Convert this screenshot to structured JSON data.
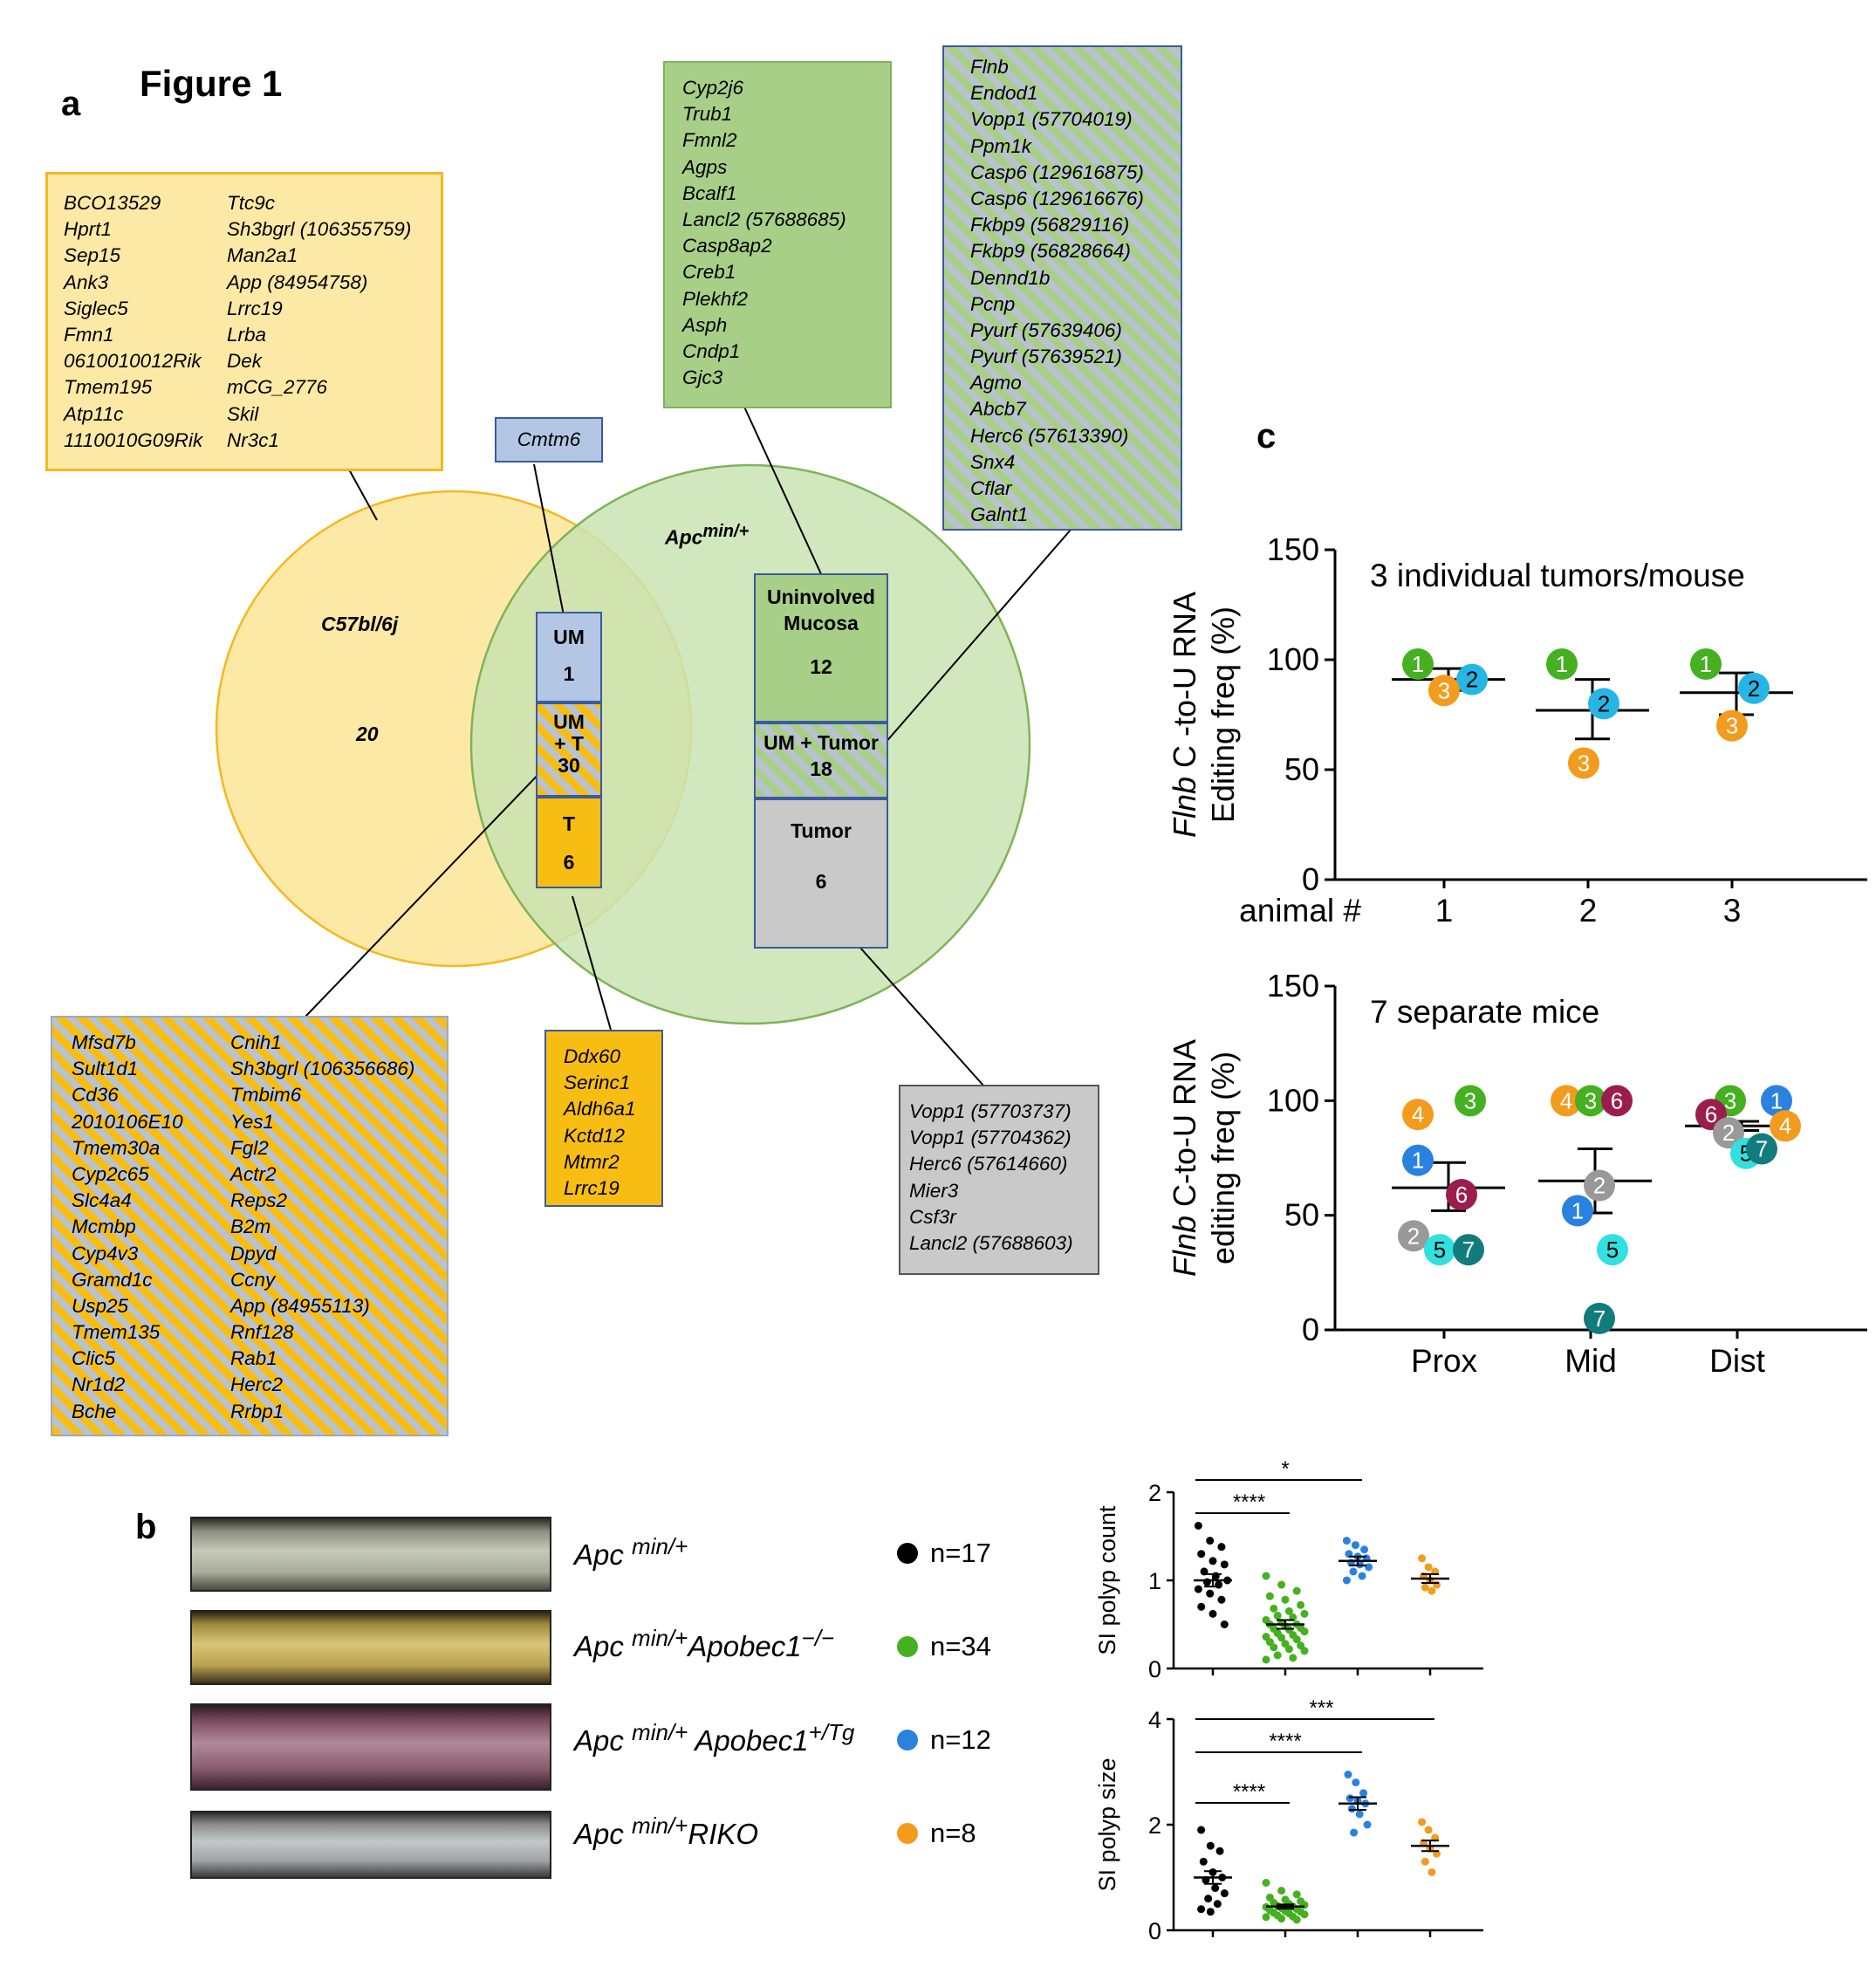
{
  "figure_title": "Figure 1",
  "panel_letters": {
    "a": "a",
    "b": "b",
    "c": "c"
  },
  "panel_a": {
    "boxes": {
      "c57_genes": {
        "col1": [
          "BCO13529",
          "Hprt1",
          "Sep15",
          "Ank3",
          "Siglec5",
          "Fmn1",
          "0610010012Rik",
          "Tmem195",
          "Atp11c",
          "1110010G09Rik"
        ],
        "col2": [
          "Ttc9c",
          "Sh3bgrl (106355759)",
          "Man2a1",
          "App (84954758)",
          "Lrrc19",
          "Lrba",
          "Dek",
          "mCG_2776",
          "Skil",
          "Nr3c1"
        ]
      },
      "um_only": [
        "Cmtm6"
      ],
      "mucosa_genes": [
        "Cyp2j6",
        "Trub1",
        "Fmnl2",
        "Agps",
        "Bcalf1",
        "Lancl2 (57688685)",
        "Casp8ap2",
        "Creb1",
        "Plekhf2",
        "Asph",
        "Cndp1",
        "Gjc3"
      ],
      "um_tumor_apc": [
        "Flnb",
        "Endod1",
        "Vopp1 (57704019)",
        "Ppm1k",
        "Casp6 (129616875)",
        "Casp6 (129616676)",
        "Fkbp9 (56829116)",
        "Fkbp9 (56828664)",
        "Dennd1b",
        "Pcnp",
        "Pyurf (57639406)",
        "Pyurf (57639521)",
        "Agmo",
        "Abcb7",
        "Herc6 (57613390)",
        "Snx4",
        "Cflar",
        "Galnt1"
      ],
      "um_t_shared": {
        "col1": [
          "Mfsd7b",
          "Sult1d1",
          "Cd36",
          "2010106E10",
          "Tmem30a",
          "Cyp2c65",
          "Slc4a4",
          "Mcmbp",
          "Cyp4v3",
          "Gramd1c",
          "Usp25",
          "Tmem135",
          "Clic5",
          "Nr1d2",
          "Bche"
        ],
        "col2": [
          "Cnih1",
          "Sh3bgrl (106356686)",
          "Tmbim6",
          "Yes1",
          "Fgl2",
          "Actr2",
          "Reps2",
          "B2m",
          "Dpyd",
          "Ccny",
          "App (84955113)",
          "Rnf128",
          "Rab1",
          "Herc2",
          "Rrbp1"
        ]
      },
      "t_shared": [
        "Ddx60",
        "Serinc1",
        "Aldh6a1",
        "Kctd12",
        "Mtmr2",
        "Lrrc19"
      ],
      "tumor_apc": [
        "Vopp1 (57703737)",
        "Vopp1 (57704362)",
        "Herc6 (57614660)",
        "Mier3",
        "Csf3r",
        "Lancl2 (57688603)"
      ]
    },
    "venn": {
      "c57_label": "C57bl/6j",
      "c57_count": "20",
      "apc_label": "Apc",
      "apc_sup": "min/+",
      "shared_um": {
        "title": "UM",
        "count": "1"
      },
      "shared_umt": {
        "title1": "UM",
        "title2": "+ T",
        "count": "30"
      },
      "shared_t": {
        "title": "T",
        "count": "6"
      },
      "apc_mucosa": {
        "title1": "Uninvolved",
        "title2": "Mucosa",
        "count": "12"
      },
      "apc_umtumor": {
        "title": "UM + Tumor",
        "count": "18"
      },
      "apc_tumor": {
        "title": "Tumor",
        "count": "6"
      }
    },
    "colors": {
      "c57_circle": "#fde9a6",
      "apc_circle": "#c9e3b2",
      "um": "#b3c7e5",
      "t": "#f7bd12",
      "mucosa": "#a8cf88",
      "tumor": "#c9c9c9"
    }
  },
  "panel_b": {
    "rows": [
      {
        "base": "Apc",
        "sup": "min/+",
        "suffix": "",
        "suffix_sup": "",
        "n": "n=17",
        "color": "#000000"
      },
      {
        "base": "Apc",
        "sup": "min/+",
        "suffix": "Apobec1",
        "suffix_sup": "−/−",
        "n": "n=34",
        "color": "#45b020"
      },
      {
        "base": "Apc",
        "sup": "min/+",
        "suffix": " Apobec1",
        "suffix_sup": "+/Tg",
        "n": "n=12",
        "color": "#2a82e0"
      },
      {
        "base": "Apc",
        "sup": "min/+",
        "suffix": "RIKO",
        "suffix_sup": "",
        "n": "n=8",
        "color": "#f29b1d"
      }
    ]
  },
  "chart_data": [
    {
      "type": "scatter",
      "title": "3 individual tumors/mouse",
      "ylabel_italic": "Flnb",
      "ylabel": "C -to-U RNA",
      "ylabel2": "Editing freq (%)",
      "xlabel_prefix": "animal  #",
      "categories": [
        "1",
        "2",
        "3"
      ],
      "ylim": [
        0,
        150
      ],
      "yticks": [
        0,
        50,
        100,
        150
      ],
      "points": [
        {
          "category": "1",
          "label": "1",
          "value": 98,
          "color": "#45b020"
        },
        {
          "category": "1",
          "label": "2",
          "value": 91,
          "color": "#26b6e6"
        },
        {
          "category": "1",
          "label": "3",
          "value": 86,
          "color": "#f29b1d"
        },
        {
          "category": "2",
          "label": "1",
          "value": 98,
          "color": "#45b020"
        },
        {
          "category": "2",
          "label": "2",
          "value": 80,
          "color": "#26b6e6"
        },
        {
          "category": "2",
          "label": "3",
          "value": 53,
          "color": "#f29b1d"
        },
        {
          "category": "3",
          "label": "1",
          "value": 98,
          "color": "#45b020"
        },
        {
          "category": "3",
          "label": "2",
          "value": 87,
          "color": "#26b6e6"
        },
        {
          "category": "3",
          "label": "3",
          "value": 70,
          "color": "#f29b1d"
        }
      ],
      "summary": [
        {
          "category": "1",
          "mean": 91,
          "low": 86,
          "high": 96
        },
        {
          "category": "2",
          "mean": 77,
          "low": 64,
          "high": 91
        },
        {
          "category": "3",
          "mean": 85,
          "low": 75,
          "high": 94
        }
      ]
    },
    {
      "type": "scatter",
      "title": "7 separate mice",
      "ylabel_italic": "Flnb",
      "ylabel": "C-to-U RNA",
      "ylabel2": "editing freq (%)",
      "categories": [
        "Prox",
        "Mid",
        "Dist"
      ],
      "ylim": [
        0,
        150
      ],
      "yticks": [
        0,
        50,
        100,
        150
      ],
      "points": [
        {
          "category": "Prox",
          "label": "4",
          "value": 94,
          "color": "#f29b1d"
        },
        {
          "category": "Prox",
          "label": "3",
          "value": 100,
          "color": "#45b020"
        },
        {
          "category": "Prox",
          "label": "1",
          "value": 74,
          "color": "#2a82e0"
        },
        {
          "category": "Prox",
          "label": "6",
          "value": 59,
          "color": "#9b1d4e"
        },
        {
          "category": "Prox",
          "label": "2",
          "value": 41,
          "color": "#999999"
        },
        {
          "category": "Prox",
          "label": "5",
          "value": 35,
          "color": "#33e0e0"
        },
        {
          "category": "Prox",
          "label": "7",
          "value": 35,
          "color": "#127c7c"
        },
        {
          "category": "Mid",
          "label": "4",
          "value": 100,
          "color": "#f29b1d"
        },
        {
          "category": "Mid",
          "label": "3",
          "value": 100,
          "color": "#45b020"
        },
        {
          "category": "Mid",
          "label": "6",
          "value": 100,
          "color": "#9b1d4e"
        },
        {
          "category": "Mid",
          "label": "2",
          "value": 63,
          "color": "#999999"
        },
        {
          "category": "Mid",
          "label": "1",
          "value": 52,
          "color": "#2a82e0"
        },
        {
          "category": "Mid",
          "label": "5",
          "value": 35,
          "color": "#33e0e0"
        },
        {
          "category": "Mid",
          "label": "7",
          "value": 5,
          "color": "#127c7c"
        },
        {
          "category": "Dist",
          "label": "3",
          "value": 100,
          "color": "#45b020"
        },
        {
          "category": "Dist",
          "label": "1",
          "value": 100,
          "color": "#2a82e0"
        },
        {
          "category": "Dist",
          "label": "6",
          "value": 94,
          "color": "#9b1d4e"
        },
        {
          "category": "Dist",
          "label": "4",
          "value": 89,
          "color": "#f29b1d"
        },
        {
          "category": "Dist",
          "label": "2",
          "value": 86,
          "color": "#999999"
        },
        {
          "category": "Dist",
          "label": "5",
          "value": 77,
          "color": "#33e0e0"
        },
        {
          "category": "Dist",
          "label": "7",
          "value": 79,
          "color": "#127c7c"
        }
      ],
      "summary": [
        {
          "category": "Prox",
          "mean": 62,
          "low": 52,
          "high": 73
        },
        {
          "category": "Mid",
          "mean": 65,
          "low": 51,
          "high": 79
        },
        {
          "category": "Dist",
          "mean": 89,
          "low": 87,
          "high": 91
        }
      ]
    },
    {
      "type": "scatter",
      "ylabel": "SI polyp count",
      "ylim": [
        0,
        2
      ],
      "yticks": [
        0,
        1,
        2
      ],
      "groups": [
        {
          "name": "Apc min/+",
          "color": "#000000",
          "mean": 1.0,
          "sem": 0.07,
          "values": [
            1.62,
            1.45,
            1.38,
            1.3,
            1.22,
            1.18,
            1.1,
            1.05,
            1.0,
            0.98,
            0.95,
            0.9,
            0.85,
            0.78,
            0.7,
            0.62,
            0.5
          ]
        },
        {
          "name": "Apc min/+ Apobec1 -/-",
          "color": "#45b020",
          "mean": 0.5,
          "sem": 0.05,
          "values": [
            1.05,
            0.95,
            0.88,
            0.82,
            0.78,
            0.72,
            0.68,
            0.65,
            0.62,
            0.6,
            0.58,
            0.55,
            0.52,
            0.5,
            0.5,
            0.48,
            0.46,
            0.45,
            0.44,
            0.42,
            0.4,
            0.38,
            0.36,
            0.35,
            0.33,
            0.3,
            0.28,
            0.26,
            0.24,
            0.22,
            0.2,
            0.15,
            0.12,
            0.1
          ]
        },
        {
          "name": "Apc min/+ Apobec1 +/Tg",
          "color": "#2a82e0",
          "mean": 1.22,
          "sem": 0.05,
          "values": [
            1.45,
            1.4,
            1.35,
            1.3,
            1.27,
            1.25,
            1.2,
            1.18,
            1.15,
            1.1,
            1.05,
            1.0
          ]
        },
        {
          "name": "Apc min/+ RIKO",
          "color": "#f29b1d",
          "mean": 1.02,
          "sem": 0.05,
          "values": [
            1.25,
            1.15,
            1.1,
            1.05,
            1.0,
            0.95,
            0.92,
            0.88
          ]
        }
      ],
      "significance": [
        {
          "from": 0,
          "to": 2,
          "label": "*"
        },
        {
          "from": 0,
          "to": 1,
          "label": "****"
        }
      ]
    },
    {
      "type": "scatter",
      "ylabel": "SI polyp size",
      "ylim": [
        0,
        4
      ],
      "yticks": [
        0,
        2,
        4
      ],
      "groups": [
        {
          "name": "Apc min/+",
          "color": "#000000",
          "mean": 1.0,
          "sem": 0.12,
          "values": [
            1.9,
            1.6,
            1.5,
            1.3,
            1.1,
            1.0,
            0.95,
            0.8,
            0.7,
            0.6,
            0.5,
            0.4,
            0.35
          ]
        },
        {
          "name": "Apc min/+ Apobec1 -/-",
          "color": "#45b020",
          "mean": 0.45,
          "sem": 0.04,
          "values": [
            0.9,
            0.75,
            0.68,
            0.62,
            0.58,
            0.55,
            0.52,
            0.5,
            0.48,
            0.46,
            0.45,
            0.44,
            0.42,
            0.4,
            0.38,
            0.36,
            0.35,
            0.33,
            0.32,
            0.3,
            0.28,
            0.26,
            0.25,
            0.22,
            0.2
          ]
        },
        {
          "name": "Apc min/+ Apobec1 +/Tg",
          "color": "#2a82e0",
          "mean": 2.4,
          "sem": 0.12,
          "values": [
            2.95,
            2.8,
            2.6,
            2.5,
            2.45,
            2.4,
            2.3,
            2.2,
            2.0,
            1.85
          ]
        },
        {
          "name": "Apc min/+ RIKO",
          "color": "#f29b1d",
          "mean": 1.6,
          "sem": 0.1,
          "values": [
            2.05,
            1.9,
            1.75,
            1.65,
            1.55,
            1.45,
            1.3,
            1.1
          ]
        }
      ],
      "significance": [
        {
          "from": 0,
          "to": 3,
          "label": "***"
        },
        {
          "from": 0,
          "to": 2,
          "label": "****"
        },
        {
          "from": 0,
          "to": 1,
          "label": "****"
        }
      ]
    }
  ]
}
